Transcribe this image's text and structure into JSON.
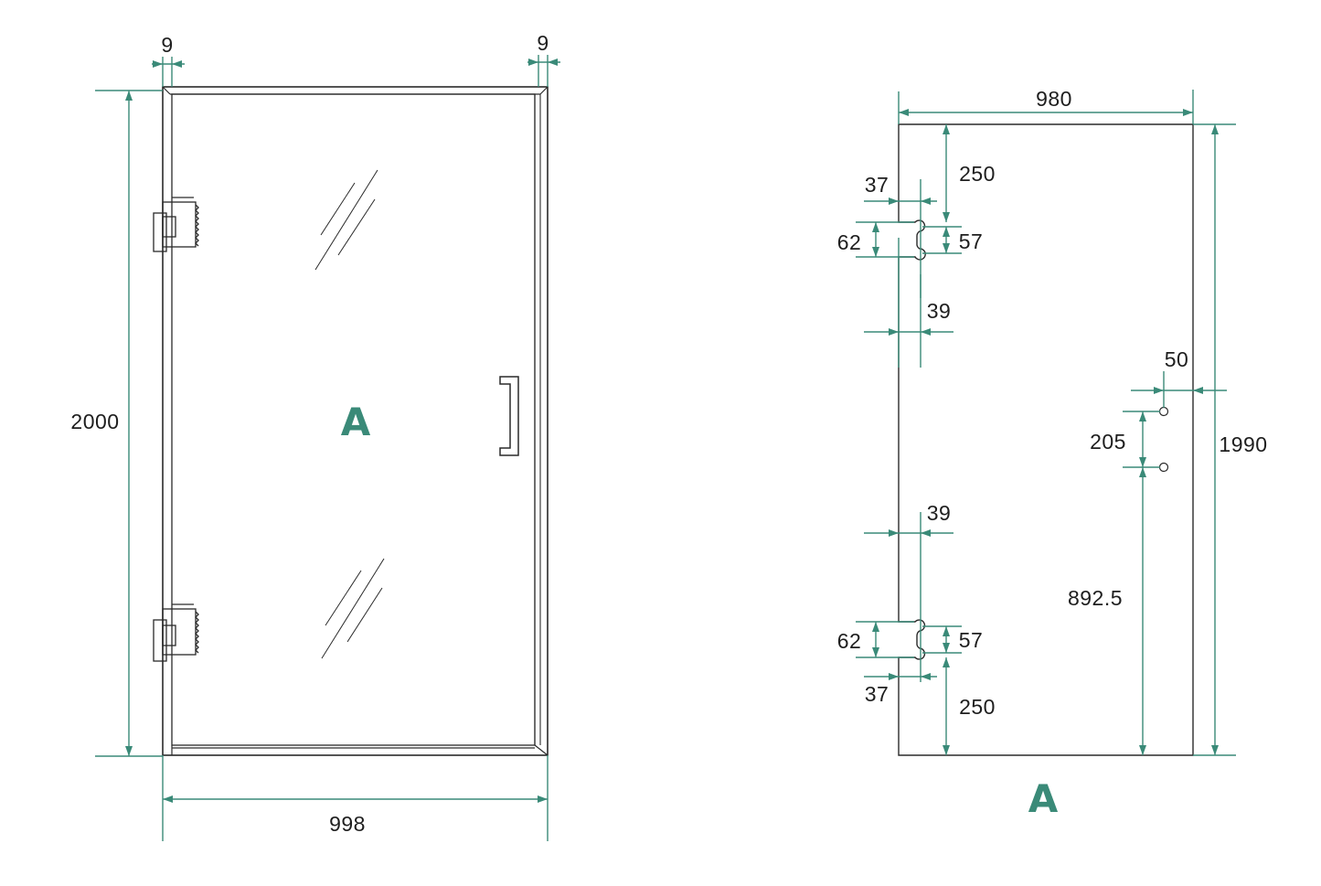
{
  "colors": {
    "dimension": "#3a8a78",
    "label_letter": "#3a8a78",
    "outline": "#2a2a2a"
  },
  "front_view": {
    "panel_label": "A",
    "width": "998",
    "height": "2000",
    "frame_left": "9",
    "frame_right": "9"
  },
  "cutout_view": {
    "panel_label": "A",
    "width": "980",
    "height": "1990",
    "top_hinge": {
      "from_top": "250",
      "edge_offset": "37",
      "notch_height": "62",
      "hole_spacing": "57",
      "notch_depth": "39"
    },
    "bottom_hinge": {
      "from_bottom": "250",
      "edge_offset": "37",
      "notch_height": "62",
      "hole_spacing": "57",
      "notch_depth": "39"
    },
    "handle": {
      "edge_offset": "50",
      "hole_spacing": "205",
      "from_bottom": "892.5"
    }
  }
}
